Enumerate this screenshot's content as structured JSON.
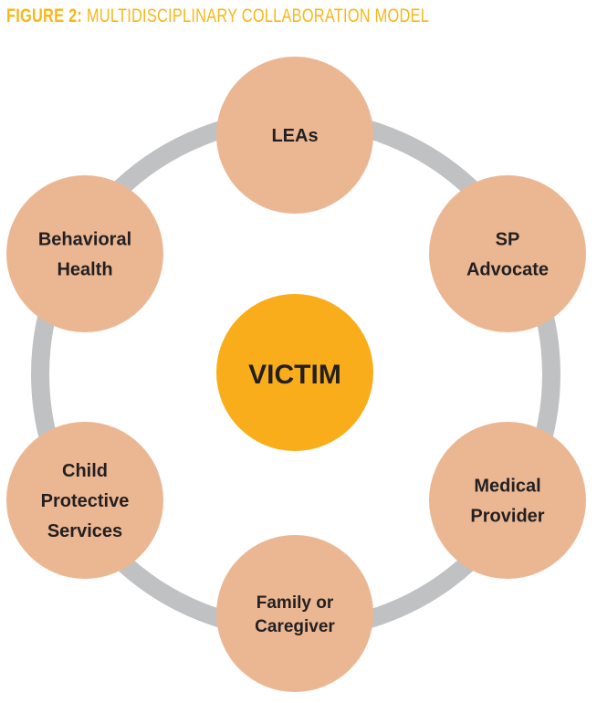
{
  "title": {
    "prefix": "FIGURE 2:",
    "text": "MULTIDISCIPLINARY COLLABORATION MODEL"
  },
  "center": {
    "label": "VICTIM"
  },
  "nodes": [
    {
      "id": "leas",
      "lines": [
        "LEAs"
      ]
    },
    {
      "id": "sp-advocate",
      "lines": [
        "SP",
        "Advocate"
      ]
    },
    {
      "id": "medical-provider",
      "lines": [
        "Medical",
        "Provider"
      ]
    },
    {
      "id": "family-caregiver",
      "lines": [
        "Family or",
        "Caregiver"
      ]
    },
    {
      "id": "child-protective-services",
      "lines": [
        "Child",
        "Protective",
        "Services"
      ]
    },
    {
      "id": "behavioral-health",
      "lines": [
        "Behavioral",
        "Health"
      ]
    }
  ],
  "colors": {
    "title": "#f8b719",
    "ring": "#c0c1c3",
    "node": "#ebb793",
    "center": "#f9ad1a"
  }
}
